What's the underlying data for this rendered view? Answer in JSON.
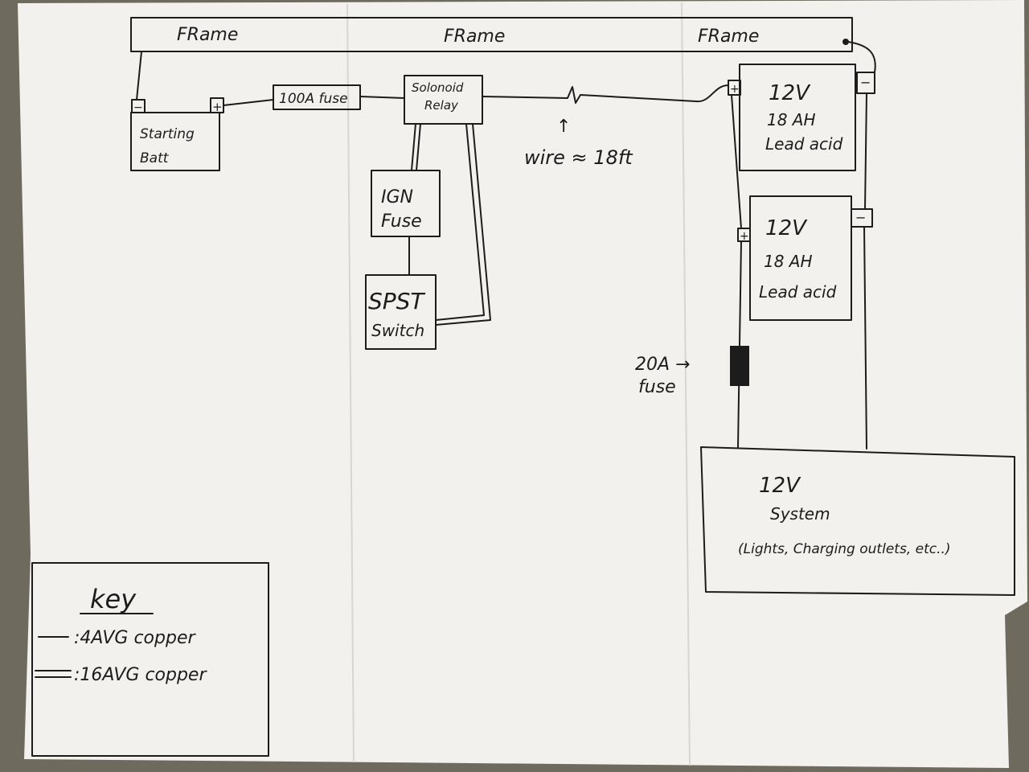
{
  "frame": {
    "labels": [
      "FRame",
      "FRame",
      "FRame"
    ]
  },
  "starting_battery": {
    "line1": "Starting",
    "line2": "Batt",
    "neg": "−",
    "pos": "+"
  },
  "fuse_100a": {
    "label": "100A fuse"
  },
  "relay": {
    "line1": "Solonoid",
    "line2": "Relay"
  },
  "wire_note": {
    "arrow": "↑",
    "text": "wire ≈ 18ft"
  },
  "ign_fuse": {
    "line1": "IGN",
    "line2": "Fuse"
  },
  "spst_switch": {
    "line1": "SPST",
    "line2": "Switch"
  },
  "battery_top": {
    "line1": "12V",
    "line2": "18 AH",
    "line3": "Lead acid",
    "neg": "−",
    "pos": "+"
  },
  "battery_bottom": {
    "line1": "12V",
    "line2": "18 AH",
    "line3": "Lead acid",
    "neg": "−",
    "pos": "+"
  },
  "fuse_20a": {
    "line1": "20A →",
    "line2": "fuse"
  },
  "system": {
    "line1": "12V",
    "line2": "System",
    "line3": "(Lights, Charging outlets, etc..)"
  },
  "key": {
    "title": "key",
    "items": [
      {
        "symbol": "—",
        "label": ":4AVG copper"
      },
      {
        "symbol": "=",
        "label": ":16AVG copper"
      }
    ]
  }
}
